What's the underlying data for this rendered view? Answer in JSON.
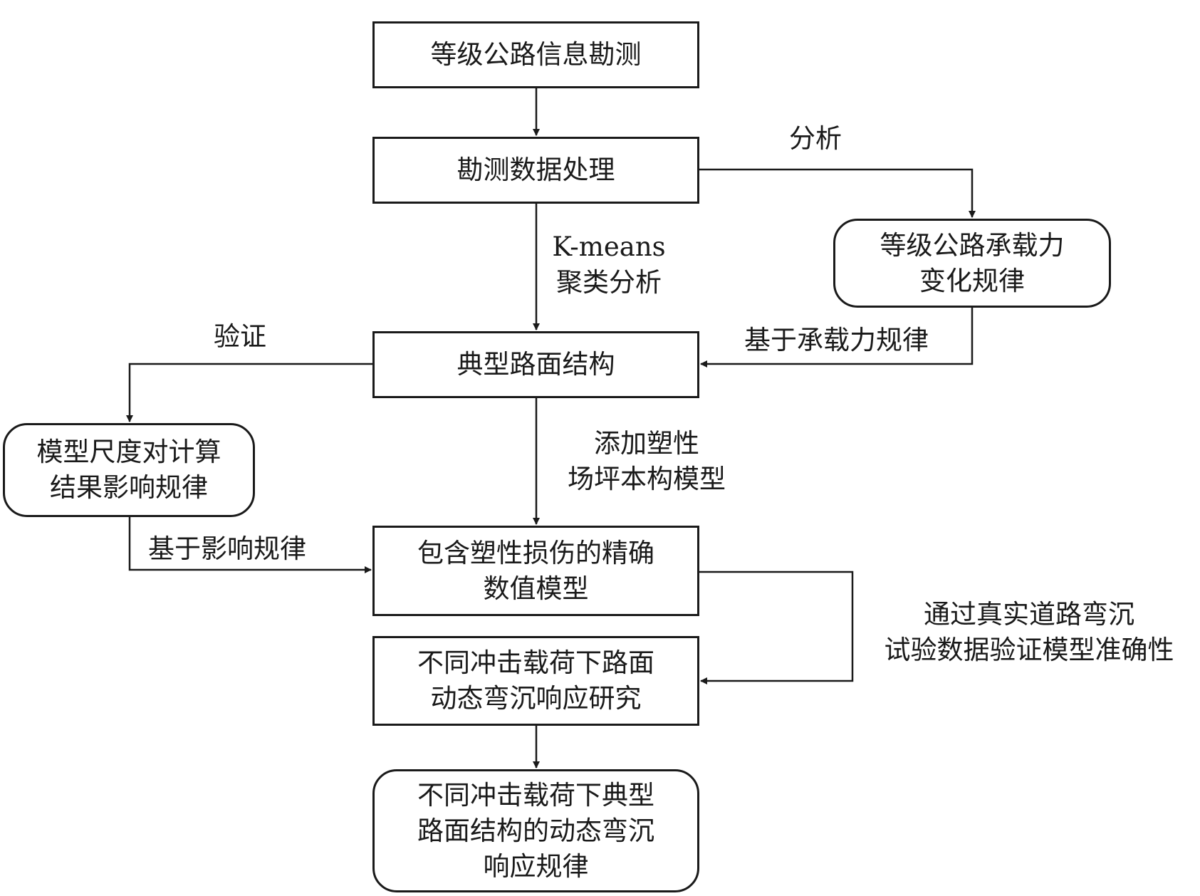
{
  "nodes": {
    "survey": {
      "lines": [
        "等级公路信息勘测"
      ]
    },
    "processing": {
      "lines": [
        "勘测数据处理"
      ]
    },
    "capacity_law": {
      "lines": [
        "等级公路承载力",
        "变化规律"
      ]
    },
    "typical_structure": {
      "lines": [
        "典型路面结构"
      ]
    },
    "scale_effect": {
      "lines": [
        "模型尺度对计算",
        "结果影响规律"
      ]
    },
    "precise_model": {
      "lines": [
        "包含塑性损伤的精确",
        "数值模型"
      ]
    },
    "impact_study": {
      "lines": [
        "不同冲击载荷下路面",
        "动态弯沉响应研究"
      ]
    },
    "final_law": {
      "lines": [
        "不同冲击载荷下典型",
        "路面结构的动态弯沉",
        "响应规律"
      ]
    }
  },
  "edge_labels": {
    "analysis": [
      "分析"
    ],
    "kmeans": [
      "K-means",
      "聚类分析"
    ],
    "based_on_capacity": [
      "基于承载力规律"
    ],
    "verify": [
      "验证"
    ],
    "plastic_field": [
      "添加塑性",
      "场坪本构模型"
    ],
    "based_on_influence": [
      "基于影响规律"
    ],
    "validate_model": [
      "通过真实道路弯沉",
      "试验数据验证模型准确性"
    ]
  }
}
